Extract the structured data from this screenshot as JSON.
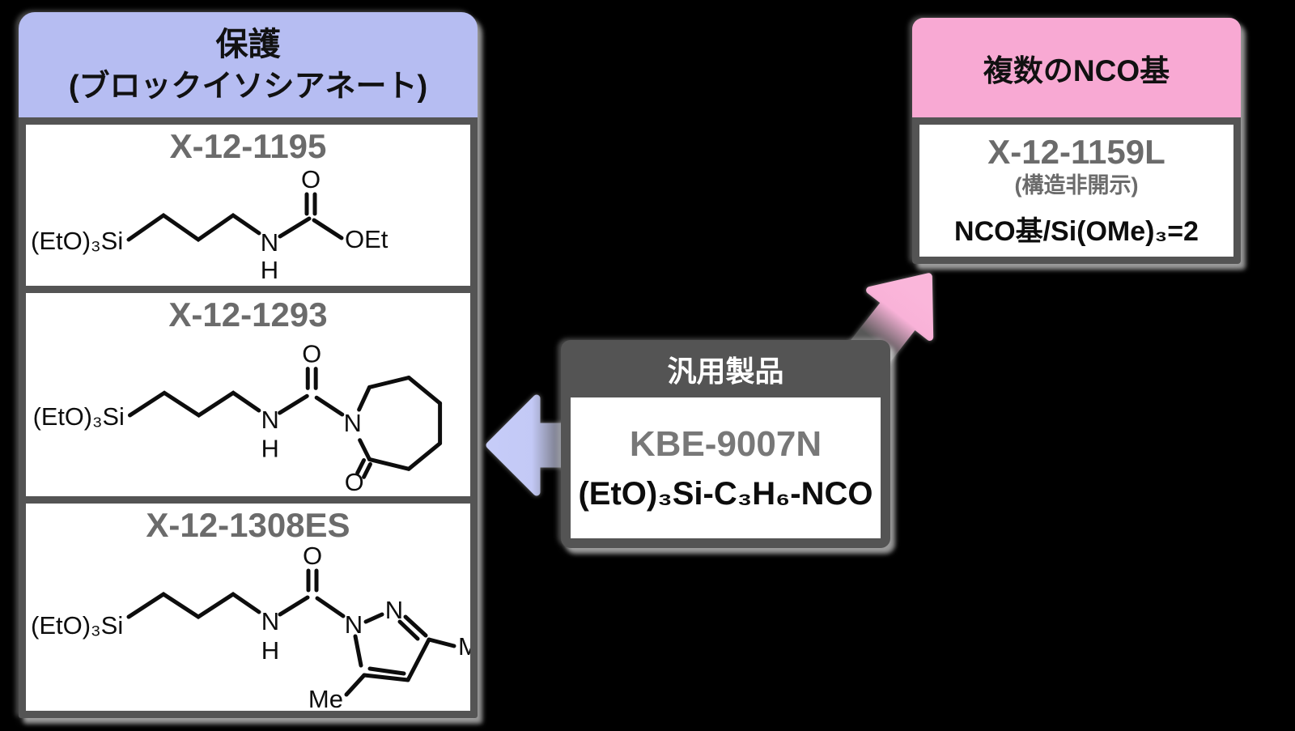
{
  "colors": {
    "background": "#000000",
    "lavender_header": "#b6bdf2",
    "lavender_arrow": "#c6ccf8",
    "pink_header": "#f8a9d3",
    "pink_arrow": "#f9b2d8",
    "frame_gray": "#545454",
    "product_name_gray": "#6b6b6b",
    "text_black": "#0d0d0d"
  },
  "left_panel": {
    "title_line1": "保護",
    "title_line2": "(ブロックイソシアネート)",
    "products": [
      {
        "name": "X-12-1195"
      },
      {
        "name": "X-12-1293"
      },
      {
        "name": "X-12-1308ES"
      }
    ]
  },
  "atoms": {
    "silyl": "(EtO)₃Si",
    "n": "N",
    "h": "H",
    "o": "O",
    "oet": "OEt",
    "me": "Me"
  },
  "center_box": {
    "title": "汎用製品",
    "product_name": "KBE-9007N",
    "formula": "(EtO)₃Si-C₃H₆-NCO"
  },
  "right_box": {
    "title": "複数のNCO基",
    "product_name": "X-12-1159L",
    "note": "(構造非開示)",
    "ratio": "NCO基/Si(OMe)₃=2"
  }
}
